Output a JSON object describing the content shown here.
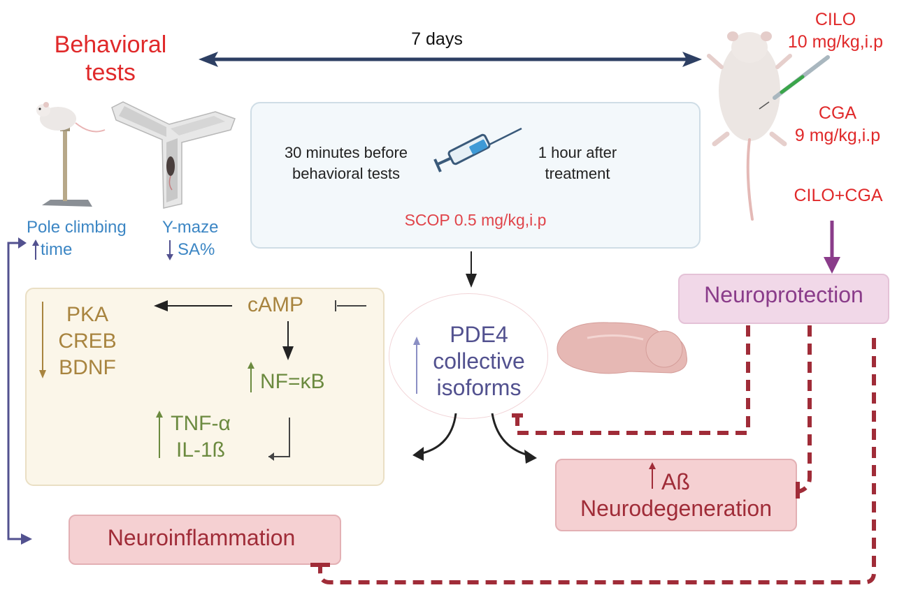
{
  "header": {
    "behavioral_tests_line1": "Behavioral",
    "behavioral_tests_line2": "tests",
    "duration": "7 days"
  },
  "drugs": {
    "cilo_name": "CILO",
    "cilo_dose": "10 mg/kg,i.p",
    "cga_name": "CGA",
    "cga_dose": "9 mg/kg,i.p",
    "combo": "CILO+CGA"
  },
  "treatment_box": {
    "before_line1": "30 minutes before",
    "before_line2": "behavioral tests",
    "after_line1": "1 hour after",
    "after_line2": "treatment",
    "scop": "SCOP 0.5 mg/kg,i.p"
  },
  "tests": {
    "pole_label": "Pole climbing",
    "pole_result": "time",
    "ymaze_label": "Y-maze",
    "ymaze_result": "SA%"
  },
  "pathway": {
    "camp": "cAMP",
    "pka": "PKA",
    "creb": "CREB",
    "bdnf": "BDNF",
    "nfkb": "NF=κB",
    "tnf": "TNF-α",
    "il1b": "IL-1ß"
  },
  "pde4": {
    "line1": "PDE4",
    "line2": "collective",
    "line3": "isoforms"
  },
  "outcomes": {
    "neuroprotection": "Neuroprotection",
    "abeta": "Aß",
    "neurodegeneration": "Neurodegeneration",
    "neuroinflammation": "Neuroinflammation"
  },
  "colors": {
    "red_text": "#e0292a",
    "blue_text": "#3c86c4",
    "gold_text": "#a8843f",
    "green_text": "#6b8a3f",
    "navy_text": "#52518f",
    "maroon": "#a02c38",
    "purple_arrow": "#8a3c8a"
  }
}
